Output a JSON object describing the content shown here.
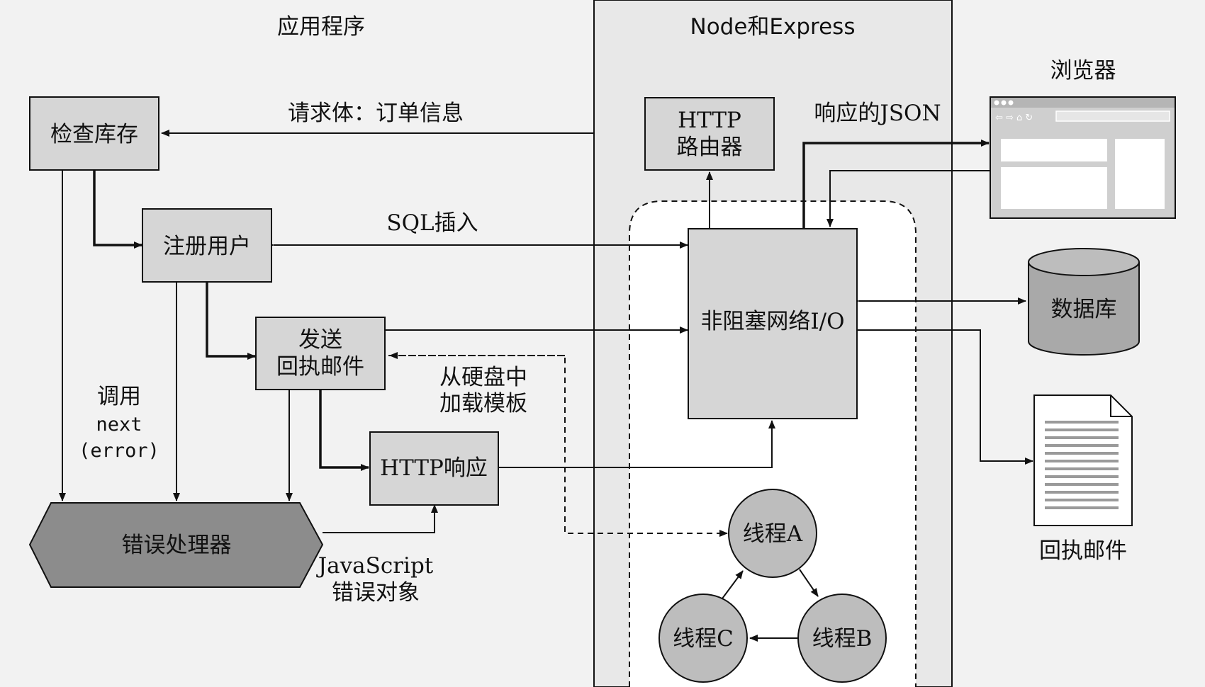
{
  "colors": {
    "background": "#f2f2f2",
    "panel": "#e8e8e8",
    "box": "#d6d6d6",
    "hexagon": "#8c8c8c",
    "thread": "#bdbdbd",
    "database": "#a9a9a9",
    "line": "#111111"
  },
  "sections": {
    "app_title": "应用程序",
    "node_title": "Node和Express",
    "browser_title": "浏览器"
  },
  "boxes": {
    "check_inventory": "检查库存",
    "register_user": "注册用户",
    "send_receipt_line1": "发送",
    "send_receipt_line2": "回执邮件",
    "http_response": "HTTP响应",
    "error_handler": "错误处理器",
    "http_router_line1": "HTTP",
    "http_router_line2": "路由器",
    "nonblocking_io": "非阻塞网络I/O",
    "database": "数据库",
    "receipt_email": "回执邮件"
  },
  "threads": {
    "a": "线程A",
    "b": "线程B",
    "c": "线程C"
  },
  "labels": {
    "request_body": "请求体：订单信息",
    "sql_insert": "SQL插入",
    "response_json": "响应的JSON",
    "load_template_line1": "从硬盘中",
    "load_template_line2": "加载模板",
    "call": "调用",
    "next": "next",
    "error_arg": "(error)",
    "js_error_line1": "JavaScript",
    "js_error_line2": "错误对象"
  }
}
